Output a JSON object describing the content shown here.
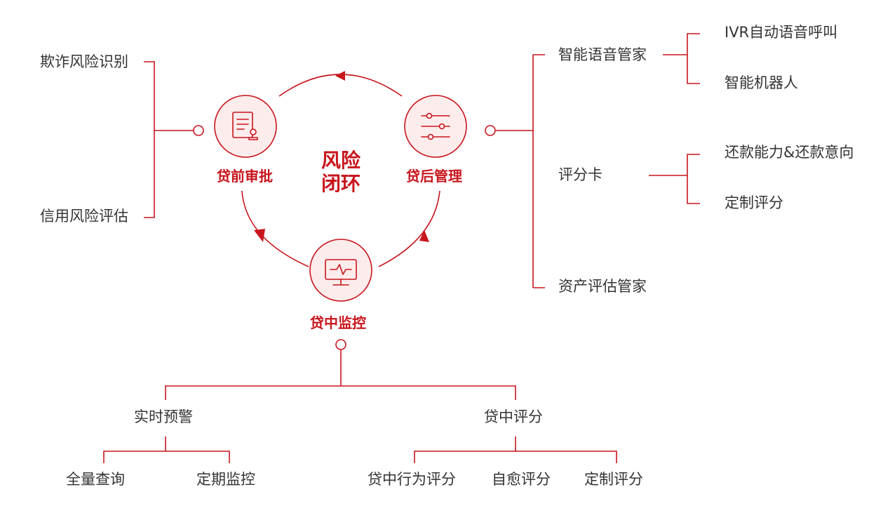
{
  "colors": {
    "accent": "#c8151d",
    "text": "#333333",
    "node_fill": "#fdecec"
  },
  "center": {
    "line1": "风险",
    "line2": "闭环"
  },
  "nodes": {
    "pre_loan": {
      "label": "贷前审批",
      "icon": "document-stamp-icon"
    },
    "post_loan": {
      "label": "贷后管理",
      "icon": "sliders-icon"
    },
    "in_loan": {
      "label": "贷中监控",
      "icon": "monitor-pulse-icon"
    }
  },
  "pre_loan_items": [
    "欺诈风险识别",
    "信用风险评估"
  ],
  "post_loan": {
    "voice": {
      "label": "智能语音管家",
      "children": [
        "IVR自动语音呼叫",
        "智能机器人"
      ]
    },
    "scorecard": {
      "label": "评分卡",
      "children": [
        "还款能力&还款意向",
        "定制评分"
      ]
    },
    "asset": {
      "label": "资产评估管家"
    }
  },
  "in_loan": {
    "alert": {
      "label": "实时预警",
      "children": [
        "全量查询",
        "定期监控"
      ]
    },
    "score": {
      "label": "贷中评分",
      "children": [
        "贷中行为评分",
        "自愈评分",
        "定制评分"
      ]
    }
  }
}
